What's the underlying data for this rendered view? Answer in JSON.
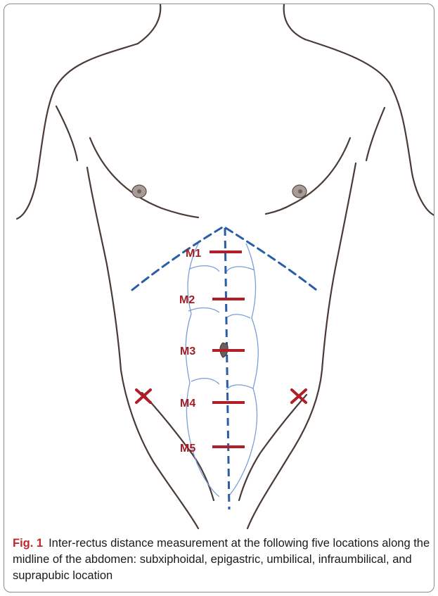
{
  "figure": {
    "markers": [
      {
        "label": "M1"
      },
      {
        "label": "M2"
      },
      {
        "label": "M3"
      },
      {
        "label": "M4"
      },
      {
        "label": "M5"
      }
    ],
    "x_marks": [
      "left",
      "right"
    ]
  },
  "caption": {
    "label": "Fig. 1",
    "text": "Inter-rectus distance measurement at the following five locations along the midline of the abdomen: subxiphoidal, epigastric, umbilical, infraumbilical, and suprapubic location"
  },
  "colors": {
    "outline": "#4a3b36",
    "midline": "#2a5da8",
    "marker": "#b01f27",
    "rectus": "#7a9fd8"
  }
}
